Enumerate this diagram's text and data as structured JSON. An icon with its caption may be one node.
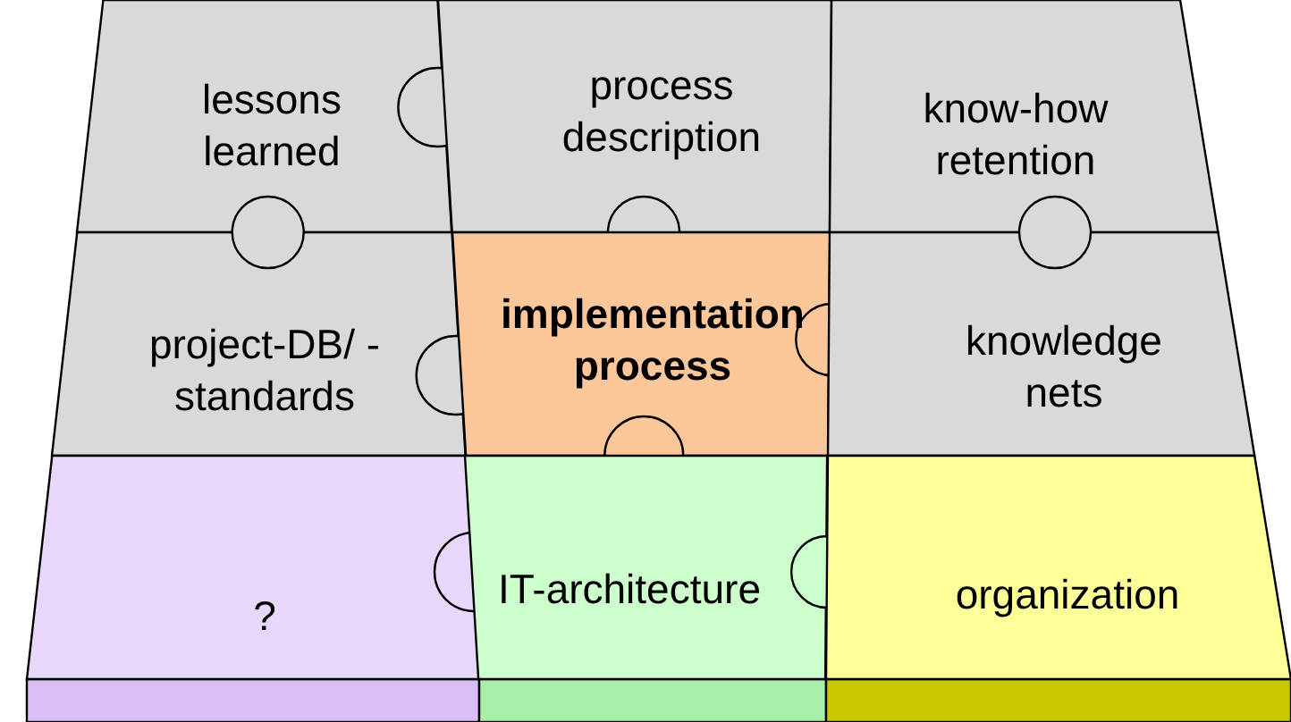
{
  "diagram": {
    "nodes": [
      {
        "text": [
          "lessons learned"
        ]
      },
      {
        "text": [
          "process description"
        ]
      },
      {
        "text": [
          "know-how retention"
        ]
      },
      {
        "text": [
          "project-DB/ -standards"
        ]
      },
      {
        "text": [
          "implementation process"
        ]
      },
      {
        "text": [
          "knowledge nets"
        ]
      },
      {
        "text": [
          "?"
        ]
      },
      {
        "text": [
          "IT-architecture"
        ]
      },
      {
        "text": [
          "organization"
        ]
      }
    ]
  }
}
